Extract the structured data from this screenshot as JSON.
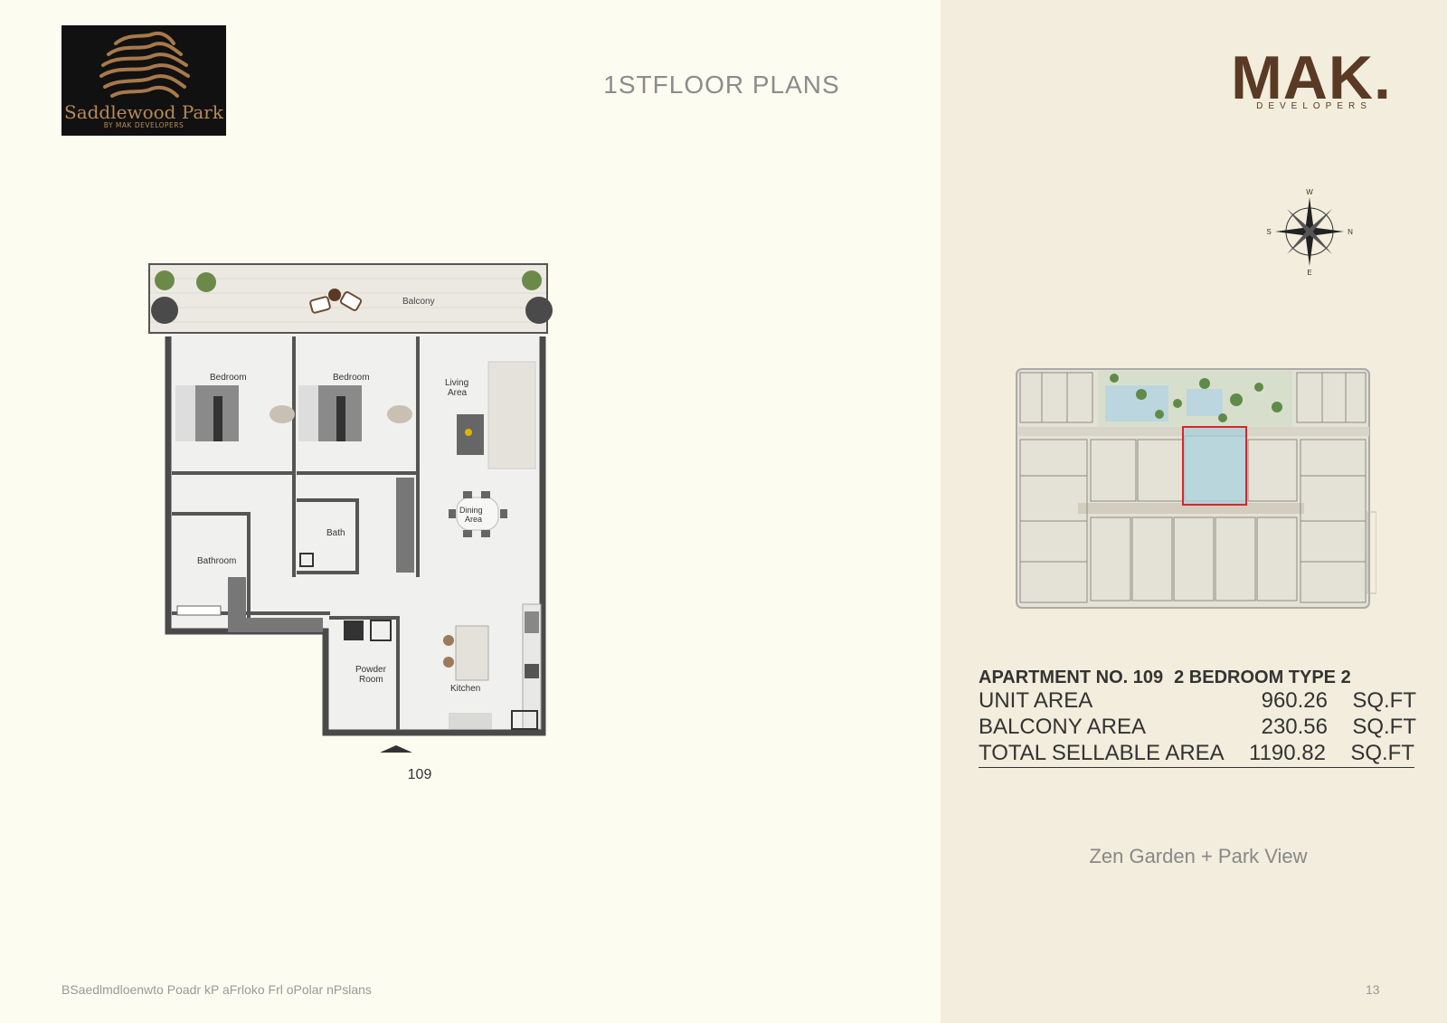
{
  "header": {
    "logo_title": "Saddlewood Park",
    "logo_subtitle": "BY MAK DEVELOPERS",
    "page_title": "1STFLOOR PLANS",
    "brand": "MAK.",
    "brand_sub": "DEVELOPERS"
  },
  "compass": {
    "top": "W",
    "right": "N",
    "bottom": "E",
    "left": "S"
  },
  "plan": {
    "rooms": {
      "balcony": "Balcony",
      "bedroom1": "Bedroom",
      "bedroom2": "Bedroom",
      "living_1": "Living",
      "living_2": "Area",
      "dining_1": "Dining",
      "dining_2": "Area",
      "bath": "Bath",
      "bathroom": "Bathroom",
      "powder_1": "Powder",
      "powder_2": "Room",
      "kitchen": "Kitchen"
    },
    "unit_number": "109"
  },
  "apartment": {
    "number_label": "APARTMENT NO. 109",
    "type_label": "2 BEDROOM TYPE 2",
    "rows": [
      {
        "label": "UNIT AREA",
        "value": "960.26",
        "unit": "SQ.FT"
      },
      {
        "label": "BALCONY AREA",
        "value": "230.56",
        "unit": "SQ.FT"
      },
      {
        "label": "TOTAL SELLABLE AREA",
        "value": "1190.82",
        "unit": "SQ.FT"
      }
    ],
    "view": "Zen Garden + Park View"
  },
  "footer": {
    "text": "BSaedlmdloenwto Poadr kP aFrloko Frl oPolar nPslans",
    "page": "13"
  },
  "colors": {
    "page_bg": "#fdfcf1",
    "panel_bg": "#f2eddc",
    "brand": "#5a3a24",
    "highlight": "#d9262b",
    "highlight_fill": "#a8d2e0"
  }
}
